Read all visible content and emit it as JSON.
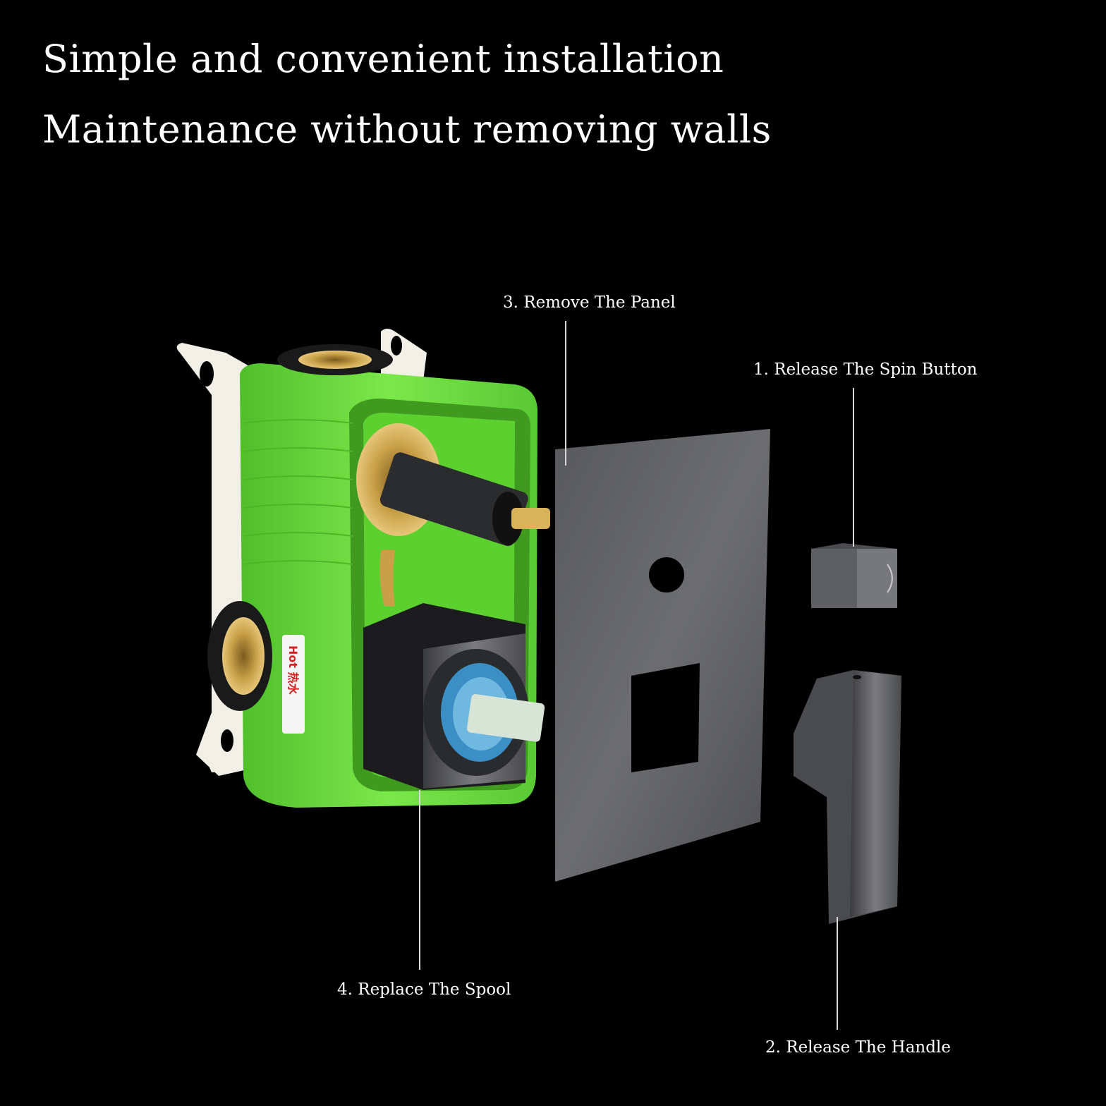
{
  "headline": {
    "line1": "Simple and convenient installation",
    "line2": "Maintenance without removing walls"
  },
  "callouts": {
    "step1": "1. Release The Spin Button",
    "step2": "2. Release The Handle",
    "step3": "3. Remove The Panel",
    "step4": "4. Replace The Spool"
  },
  "valve_box": {
    "hot_label": "Hot 热水"
  },
  "colors": {
    "background": "#000000",
    "box_green": "#6fe13a",
    "metal_gunmetal": "#5f6062",
    "brass": "#c9a048"
  }
}
